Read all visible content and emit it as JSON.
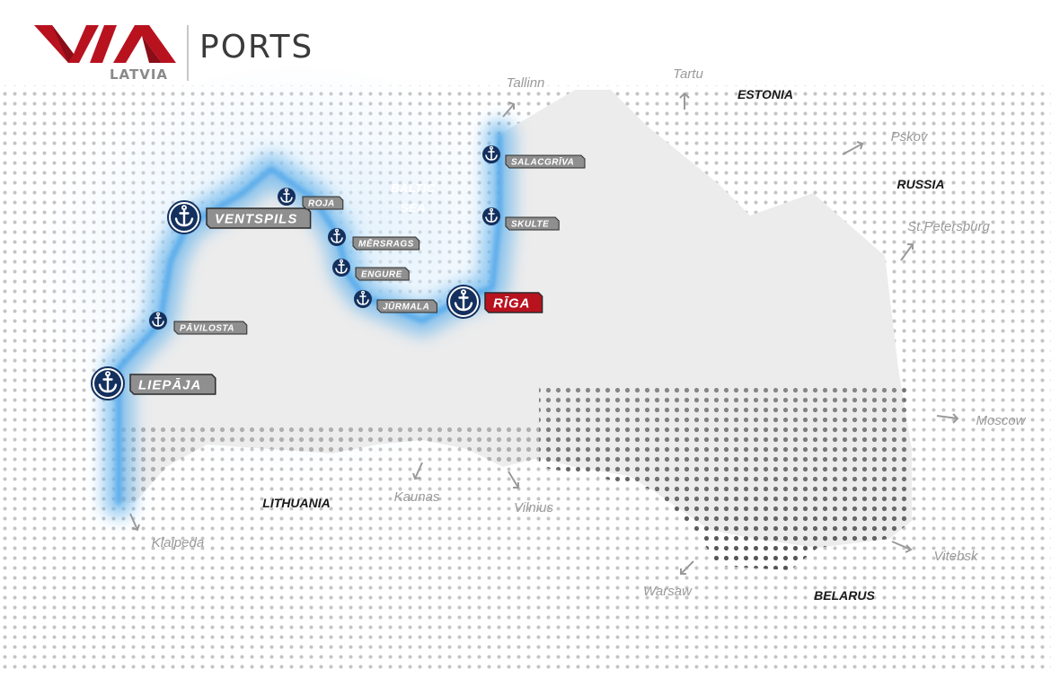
{
  "brand": {
    "logo_text": "VIA",
    "sub_label": "LATVIA",
    "title": "PORTS",
    "colors": {
      "brand_red": "#b8121f",
      "brand_red_dark": "#8b0d17",
      "gray_text": "#8a8a8a"
    }
  },
  "map": {
    "sea_label_line1": "BALTIC",
    "sea_label_line2": "SEA",
    "countries": [
      {
        "id": "estonia",
        "label": "ESTONIA"
      },
      {
        "id": "russia",
        "label": "RUSSIA"
      },
      {
        "id": "lithuania",
        "label": "LITHUANIA"
      },
      {
        "id": "belarus",
        "label": "BELARUS"
      }
    ],
    "cities": [
      {
        "id": "tallinn",
        "label": "Tallinn"
      },
      {
        "id": "tartu",
        "label": "Tartu"
      },
      {
        "id": "pskov",
        "label": "Pskov"
      },
      {
        "id": "st-petersburg",
        "label": "St.Petersburg"
      },
      {
        "id": "moscow",
        "label": "Moscow"
      },
      {
        "id": "vitebsk",
        "label": "Vitebsk"
      },
      {
        "id": "warsaw",
        "label": "Warsaw"
      },
      {
        "id": "vilnius",
        "label": "Vilnius"
      },
      {
        "id": "kaunas",
        "label": "Kaunas"
      },
      {
        "id": "klaipeda",
        "label": "Klaipeda"
      }
    ],
    "ports": [
      {
        "id": "liepaja",
        "label": "LIEPĀJA",
        "major": true
      },
      {
        "id": "ventspils",
        "label": "VENTSPILS",
        "major": true
      },
      {
        "id": "riga",
        "label": "RĪGA",
        "major": true,
        "highlight": true
      },
      {
        "id": "pavilosta",
        "label": "PĀVILOSTA",
        "major": false
      },
      {
        "id": "roja",
        "label": "ROJA",
        "major": false
      },
      {
        "id": "mersrags",
        "label": "MĒRSRAGS",
        "major": false
      },
      {
        "id": "engure",
        "label": "ENGURE",
        "major": false
      },
      {
        "id": "jurmala",
        "label": "JŪRMALA",
        "major": false
      },
      {
        "id": "skulte",
        "label": "SKULTE",
        "major": false
      },
      {
        "id": "salacgriva",
        "label": "SALACGRĪVA",
        "major": false
      }
    ],
    "colors": {
      "port_navy": "#14305e",
      "tag_gray": "#8f8f8f",
      "tag_red": "#b8121f",
      "coast_blue": "#6fb8ec",
      "dots": "#c4c4c4",
      "land": "#ececec",
      "city_gray": "#9a9a9a"
    }
  }
}
